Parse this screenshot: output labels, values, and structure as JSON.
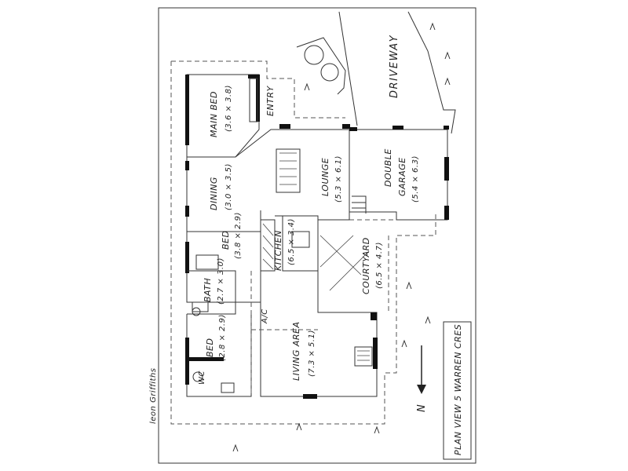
{
  "plan": {
    "title": "PLAN VIEW 5 WARREN CRES",
    "author": "leon Griffiths",
    "north_marker": "N",
    "driveway": "DRIVEWAY",
    "rooms": {
      "entry": "ENTRY",
      "main_bed": {
        "name": "MAIN BED",
        "dims": "(3.6 × 3.8)"
      },
      "lounge": {
        "name": "LOUNGE",
        "dims": "(5.3 × 6.1)"
      },
      "double_garage": {
        "name": "DOUBLE",
        "name2": "GARAGE",
        "dims": "(5.4 × 6.3)"
      },
      "dining": {
        "name": "DINING",
        "dims": "(3.0 × 3.5)"
      },
      "bed2": {
        "name": "BED",
        "dims": "(3.8 × 2.9)"
      },
      "kitchen": {
        "name": "KITCHEN",
        "dims": "(6.5 × 3.4)"
      },
      "courtyard": {
        "name": "COURTYARD",
        "dims": "(6.5 × 4.7)"
      },
      "bath": {
        "name": "BATH",
        "dims": "(2.7 × 3.0)"
      },
      "bed3": {
        "name": "BED",
        "dims": "(2.8 × 2.9)"
      },
      "living": {
        "name": "LIVING AREA",
        "dims": "(7.3 × 5.1)"
      }
    },
    "fixtures": {
      "wc": "WC",
      "ac": "A/C"
    }
  }
}
